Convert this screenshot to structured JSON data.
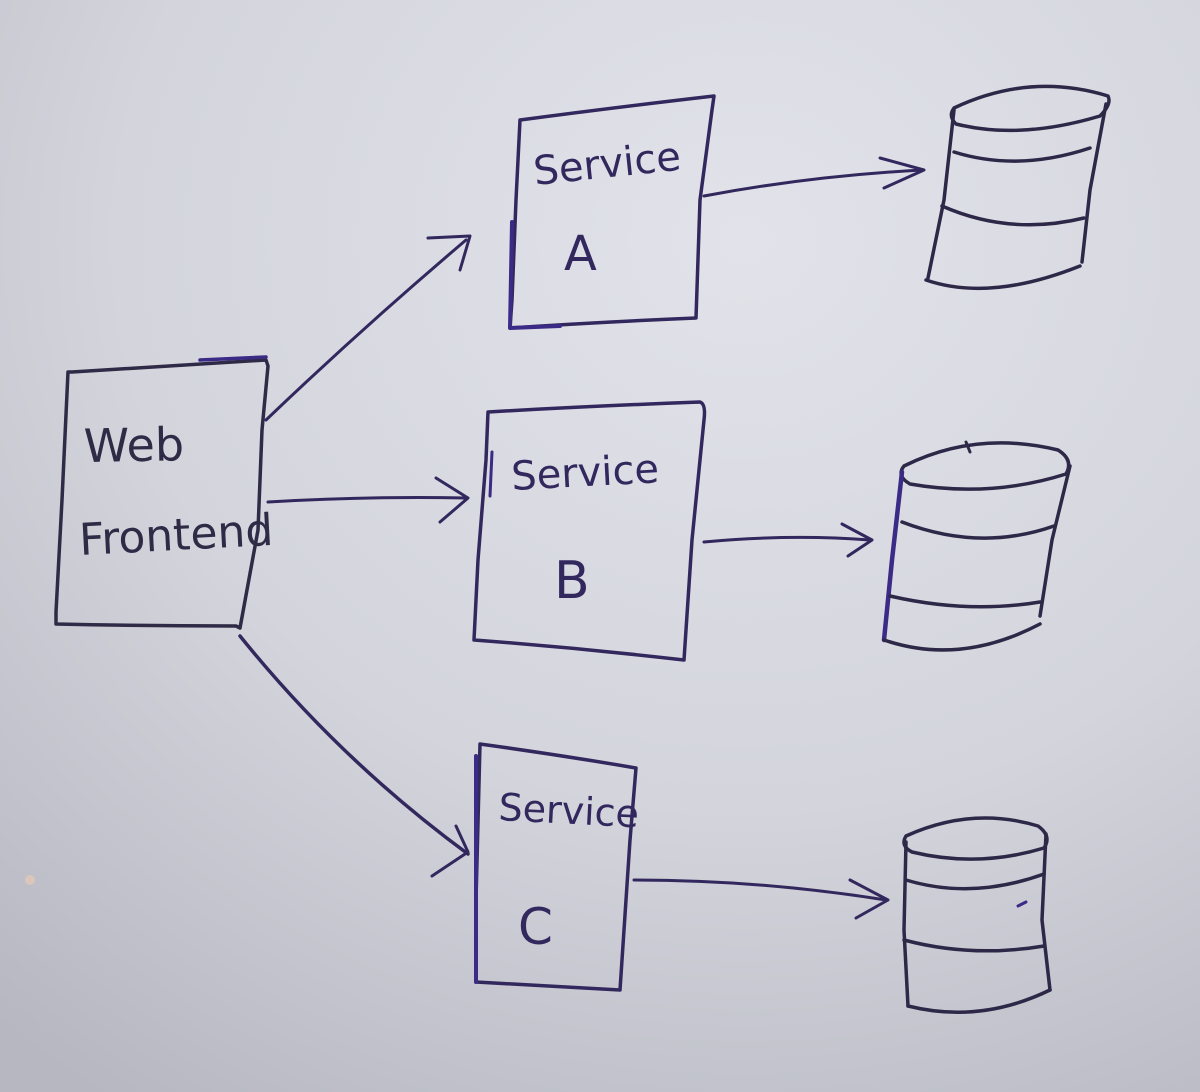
{
  "colors": {
    "board_light": "#dcdde5",
    "board_dark": "#b9bac4",
    "ink": "#2e2848",
    "ink_purple": "#3b2a86"
  },
  "nodes": {
    "web_frontend": {
      "line1": "Web",
      "line2": "Frontend"
    },
    "service_a": {
      "line1": "Service",
      "line2": "A"
    },
    "service_b": {
      "line1": "Service",
      "line2": "B"
    },
    "service_c": {
      "line1": "Service",
      "line2": "C"
    }
  },
  "databases": [
    {
      "icon": "database-icon"
    },
    {
      "icon": "database-icon"
    },
    {
      "icon": "database-icon"
    }
  ],
  "edges": [
    {
      "from": "web_frontend",
      "to": "service_a"
    },
    {
      "from": "web_frontend",
      "to": "service_b"
    },
    {
      "from": "web_frontend",
      "to": "service_c"
    },
    {
      "from": "service_a",
      "to": "database-a"
    },
    {
      "from": "service_b",
      "to": "database-b"
    },
    {
      "from": "service_c",
      "to": "database-c"
    }
  ]
}
